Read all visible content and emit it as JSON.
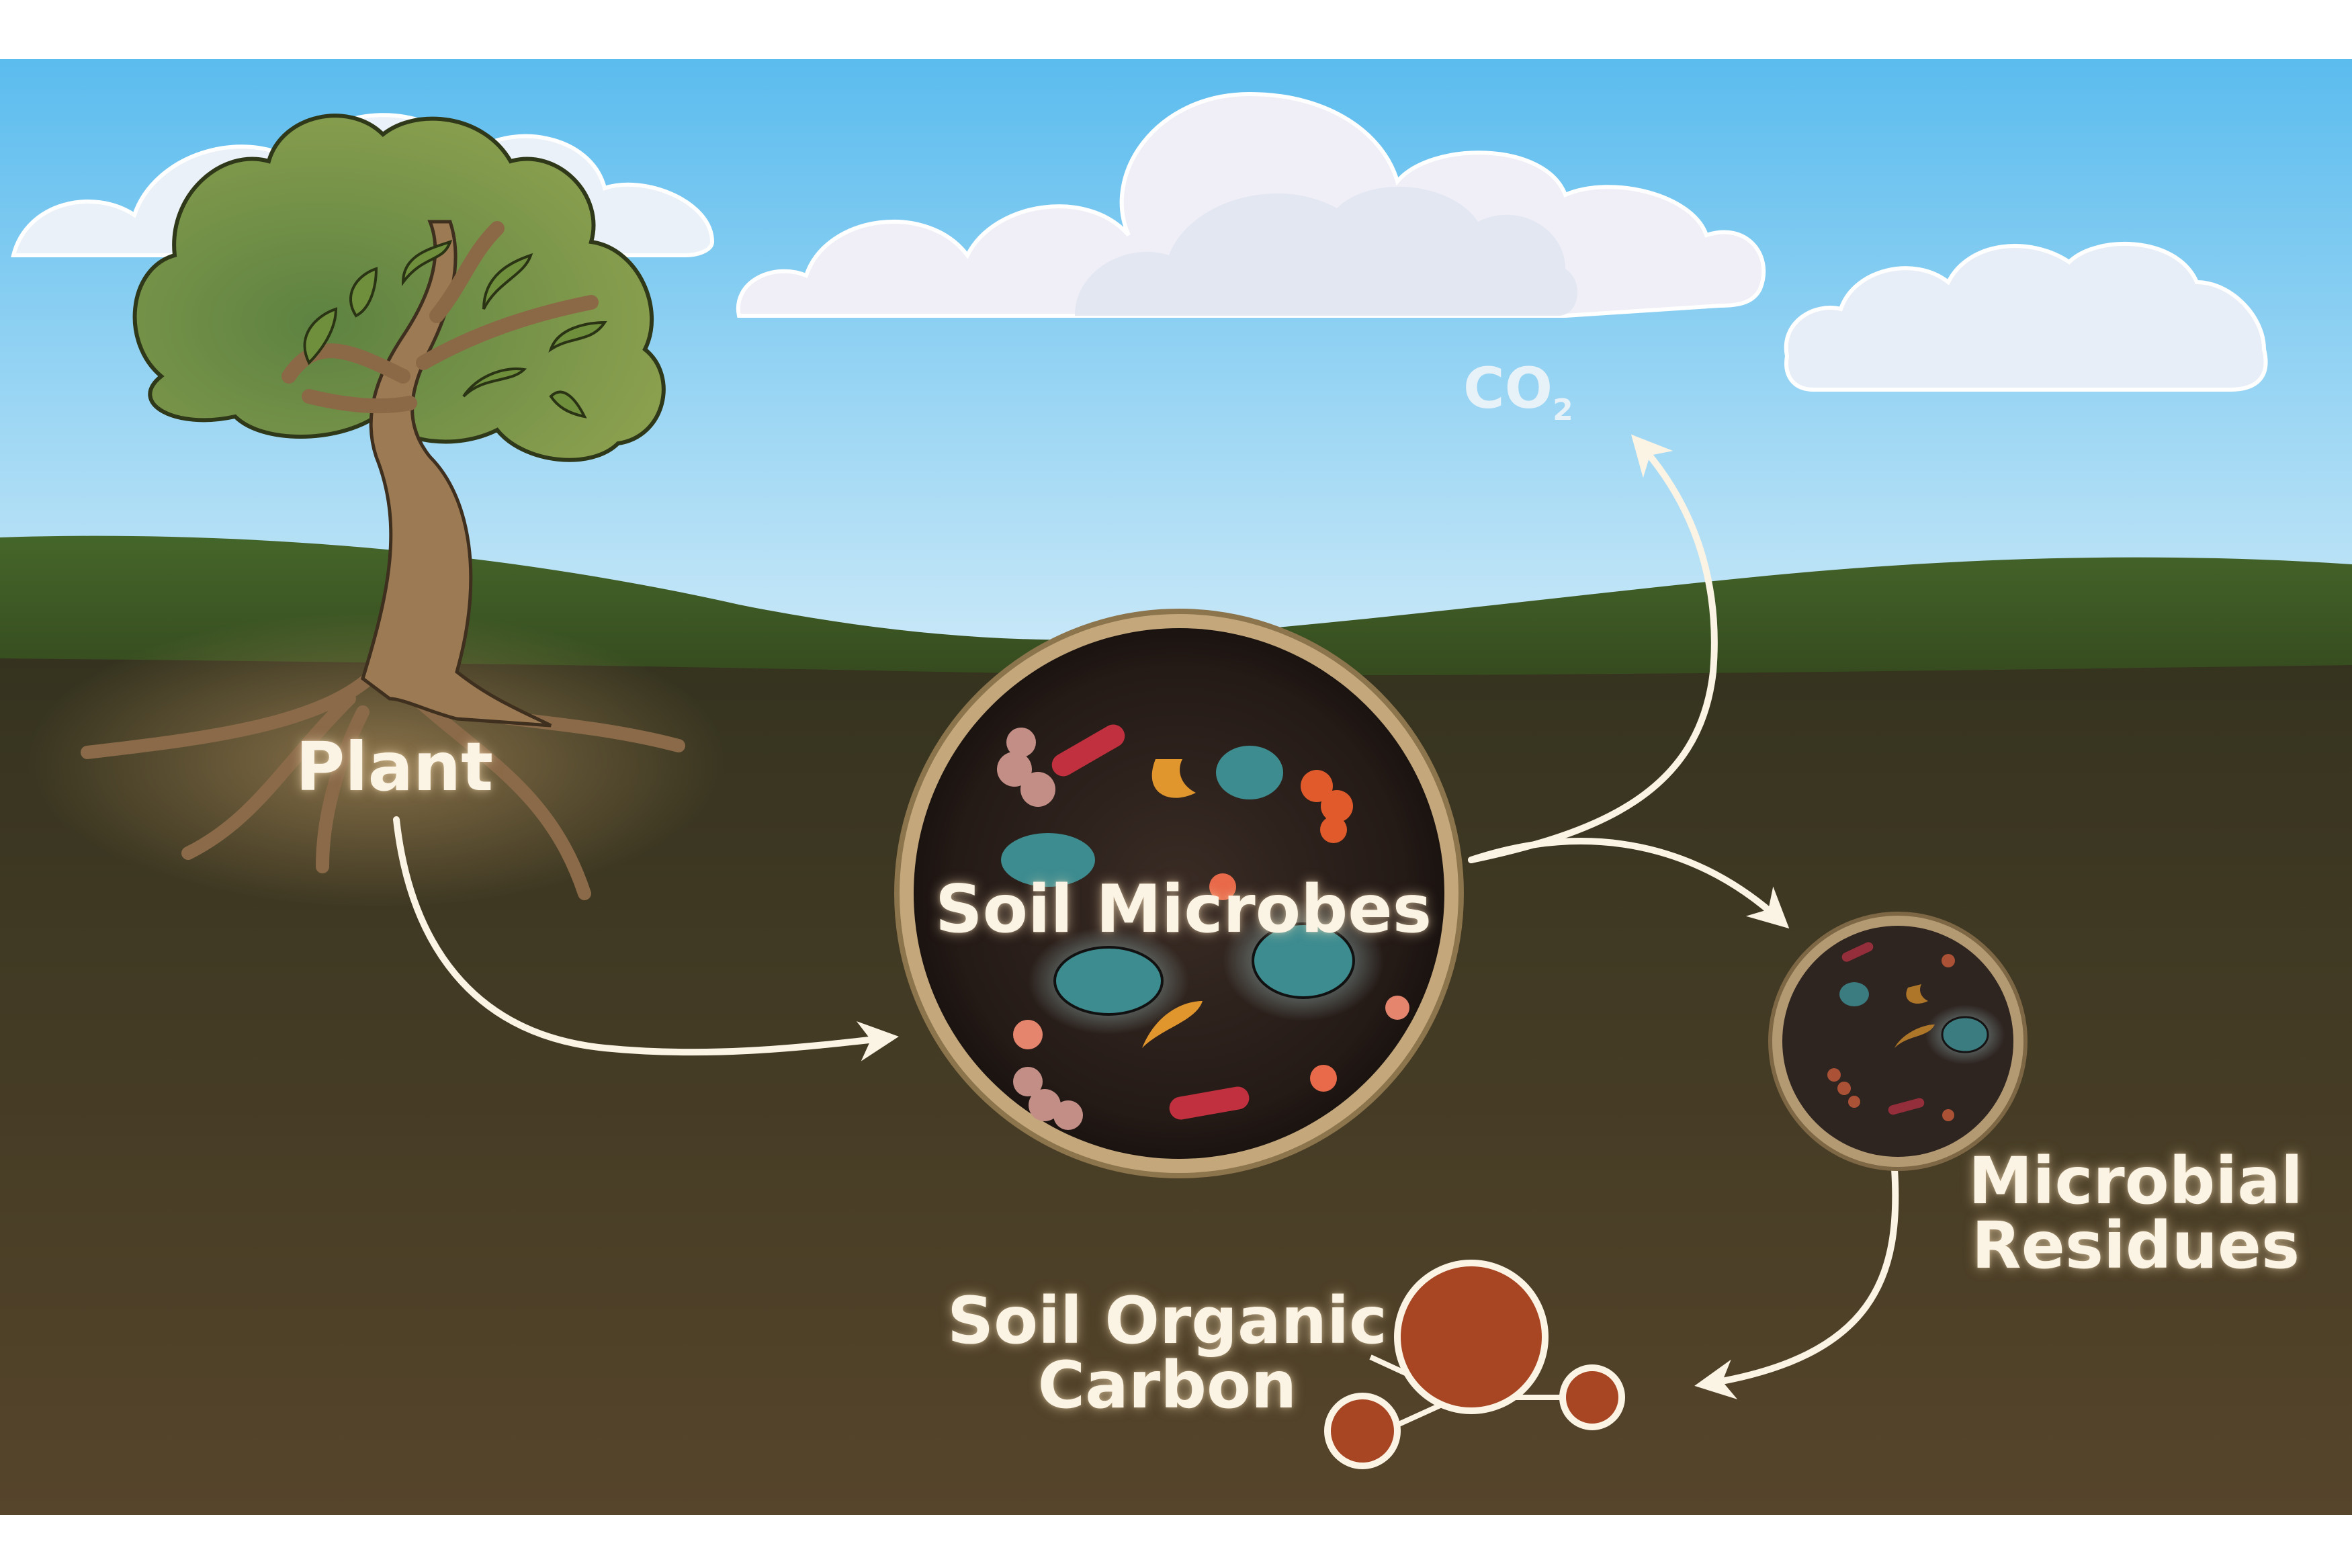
{
  "labels": {
    "plant": "Plant",
    "soil_microbes": "Soil Microbes",
    "microbial_residues": [
      "Microbial",
      "Residues"
    ],
    "soil_organic_carbon": [
      "Soil Organic",
      "Carbon"
    ],
    "co2_main": "CO",
    "co2_sub": "2"
  },
  "colors": {
    "sky_top": "#5bbcee",
    "sky_bottom": "#cbe9f8",
    "hill": "#3d5a1f",
    "soil_top": "#3a3522",
    "soil_bottom": "#54442a",
    "leaf": "#7a9a49",
    "trunk": "#9c7a53",
    "arrow": "#fbf3e3",
    "carbon_molecule": "#a84522",
    "microbe_rim": "#b9a07a",
    "microbe_interior": "#2b211c"
  },
  "icons": [
    "tree-icon",
    "cloud-icon",
    "bacteria-icon",
    "molecule-icon",
    "arrow-icon"
  ]
}
